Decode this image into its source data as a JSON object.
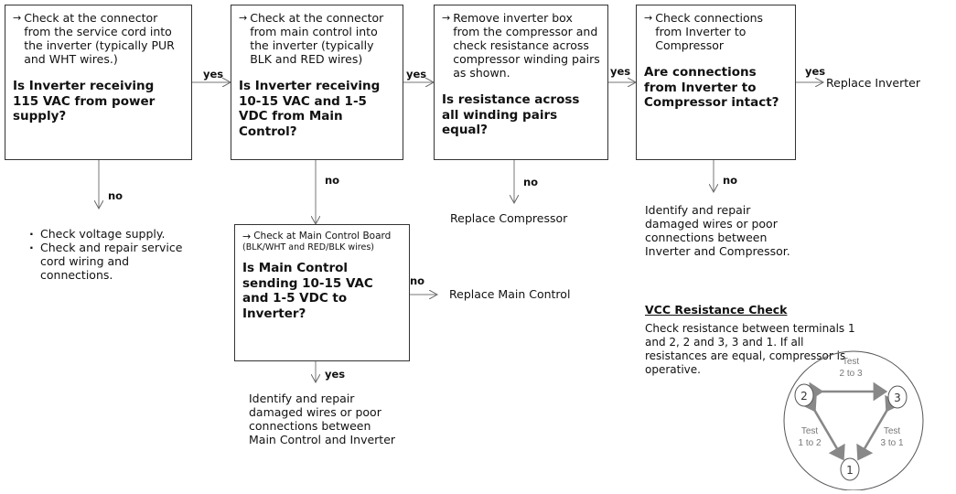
{
  "boxes": {
    "b1": {
      "check": "Check at the connector from the service cord into the inverter (typically PUR and WHT wires.)",
      "question": "Is Inverter receiving 115 VAC from power supply?"
    },
    "b2": {
      "check": "Check at the connector from main control into the inverter (typically BLK and RED wires)",
      "question": "Is Inverter receiving 10-15 VAC and 1-5 VDC from Main Control?"
    },
    "b3": {
      "check": "Remove inverter box from the compressor and check resistance across compressor winding pairs as shown.",
      "question": "Is resistance across all winding pairs equal?"
    },
    "b4": {
      "check": "Check connections from Inverter  to Compressor",
      "question": "Are connections from Inverter to Compressor intact?"
    },
    "b5": {
      "check": "Check at Main Control Board",
      "note": "(BLK/WHT and RED/BLK wires)",
      "question": "Is Main Control sending 10-15 VAC and 1-5 VDC to Inverter?"
    }
  },
  "labels": {
    "yes": "yes",
    "no": "no",
    "arrow_glyph": "→"
  },
  "outcomes": {
    "b1_no": [
      "Check voltage supply.",
      "Check and repair service cord  wiring and connections."
    ],
    "b2_yes_b5_no": "Replace Main Control",
    "b5_yes": "Identify and repair damaged wires or  poor connections between Main Control and Inverter",
    "b3_no": "Replace Compressor",
    "b4_yes": "Replace Inverter",
    "b4_no": "Identify and repair damaged wires or poor connections between Inverter and Compressor."
  },
  "vcc": {
    "title": "VCC Resistance Check",
    "description": "Check resistance between terminals 1 and 2, 2 and 3, 3 and 1. If all resistances are equal, compressor is operative.",
    "terminals": [
      "1",
      "2",
      "3"
    ],
    "test_word": "Test",
    "pairs": [
      "2 to 3",
      "1 to 2",
      "3 to 1"
    ],
    "color": "#888888"
  }
}
